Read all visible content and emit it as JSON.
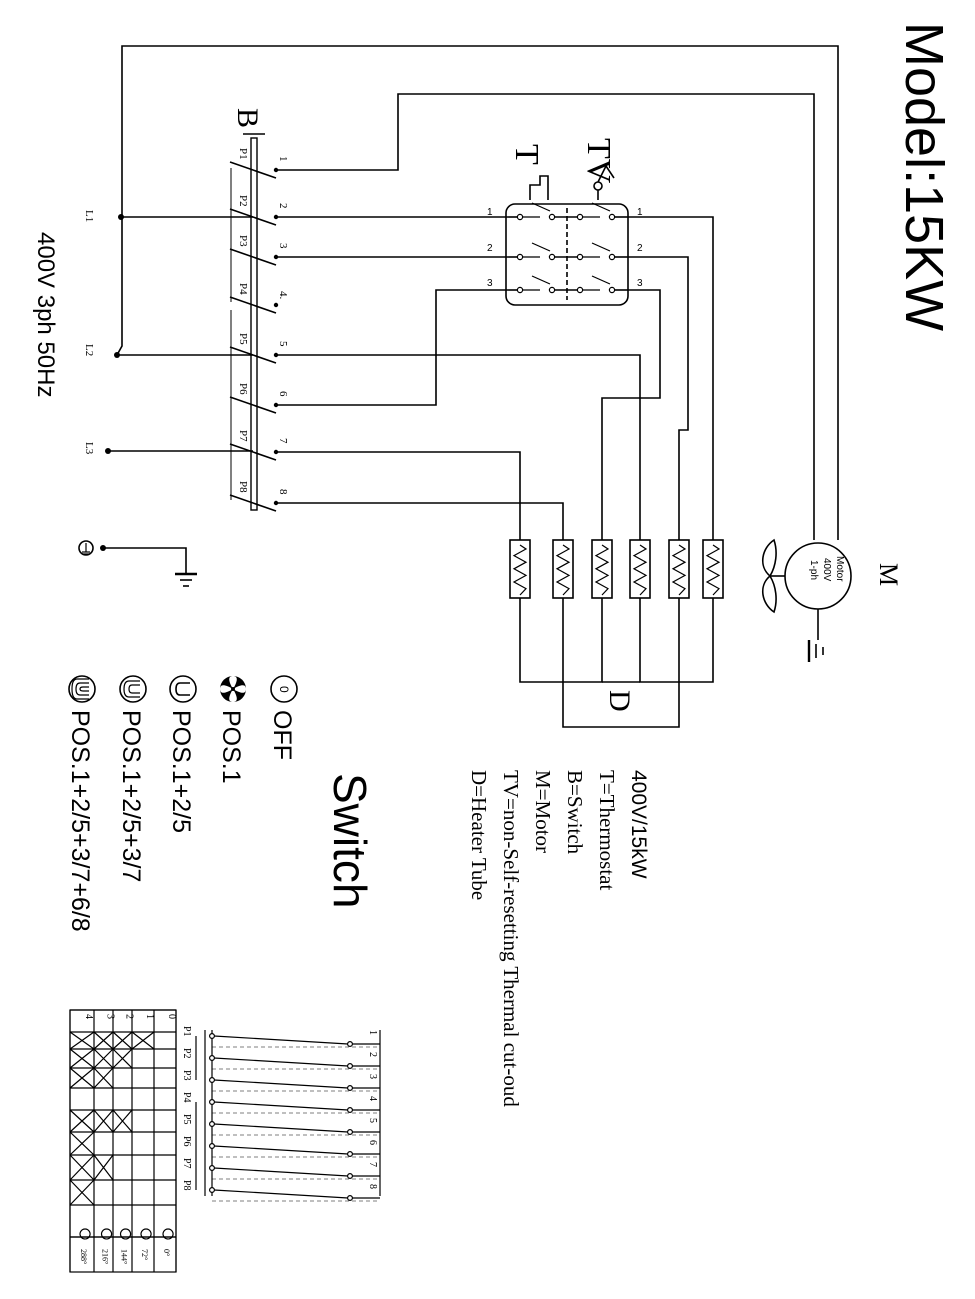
{
  "model_title": "Model:15KW",
  "supply": "400V  3ph  50Hz",
  "lines": [
    "L1",
    "L2",
    "L3"
  ],
  "switch_letter": "B",
  "switch_poles": [
    "P1",
    "P2",
    "P3",
    "P4",
    "P5",
    "P6",
    "P7",
    "P8"
  ],
  "switch_terminals": [
    "1",
    "2",
    "3",
    "4",
    "5",
    "6",
    "7",
    "8"
  ],
  "thermostat_letter": "T",
  "cutout_letter": "TV",
  "thermo_terminals_left": [
    "1",
    "2",
    "3"
  ],
  "thermo_terminals_right": [
    "1",
    "2",
    "3"
  ],
  "motor_letter": "M",
  "motor_label": [
    "Motor",
    "400V",
    "1-ph"
  ],
  "heater_letter": "D",
  "legend": {
    "title": "400V/15kW",
    "items": [
      "T=Thermostat",
      "B=Switch",
      "M=Motor",
      "TV=non-Self-resetting Thermal cut-oud",
      "D=Heater Tube"
    ]
  },
  "switch_section": {
    "title": "Switch",
    "positions": [
      {
        "icon": "off-icon",
        "symbol": "0",
        "label": "OFF"
      },
      {
        "icon": "fan-icon",
        "symbol": "",
        "label": "POS.1"
      },
      {
        "icon": "heater-1-icon",
        "symbol": "",
        "label": "POS.1+2/5"
      },
      {
        "icon": "heater-2-icon",
        "symbol": "",
        "label": "POS.1+2/5+3/7"
      },
      {
        "icon": "heater-3-icon",
        "symbol": "",
        "label": "POS.1+2/5+3/7+6/8"
      }
    ]
  },
  "table": {
    "rows": [
      "0",
      "1",
      "2",
      "3",
      "4"
    ],
    "cols": [
      "P1",
      "P2",
      "P3",
      "P4",
      "P5",
      "P6",
      "P7",
      "P8"
    ],
    "angles": [
      "0°",
      "72°",
      "144°",
      "216°",
      "288°"
    ],
    "marks": [
      [
        false,
        false,
        false,
        false,
        false,
        false,
        false,
        false
      ],
      [
        true,
        false,
        false,
        false,
        false,
        false,
        false,
        false
      ],
      [
        true,
        true,
        false,
        false,
        true,
        false,
        false,
        false
      ],
      [
        true,
        true,
        true,
        false,
        true,
        false,
        true,
        false
      ],
      [
        true,
        true,
        true,
        false,
        true,
        true,
        true,
        true
      ]
    ]
  }
}
